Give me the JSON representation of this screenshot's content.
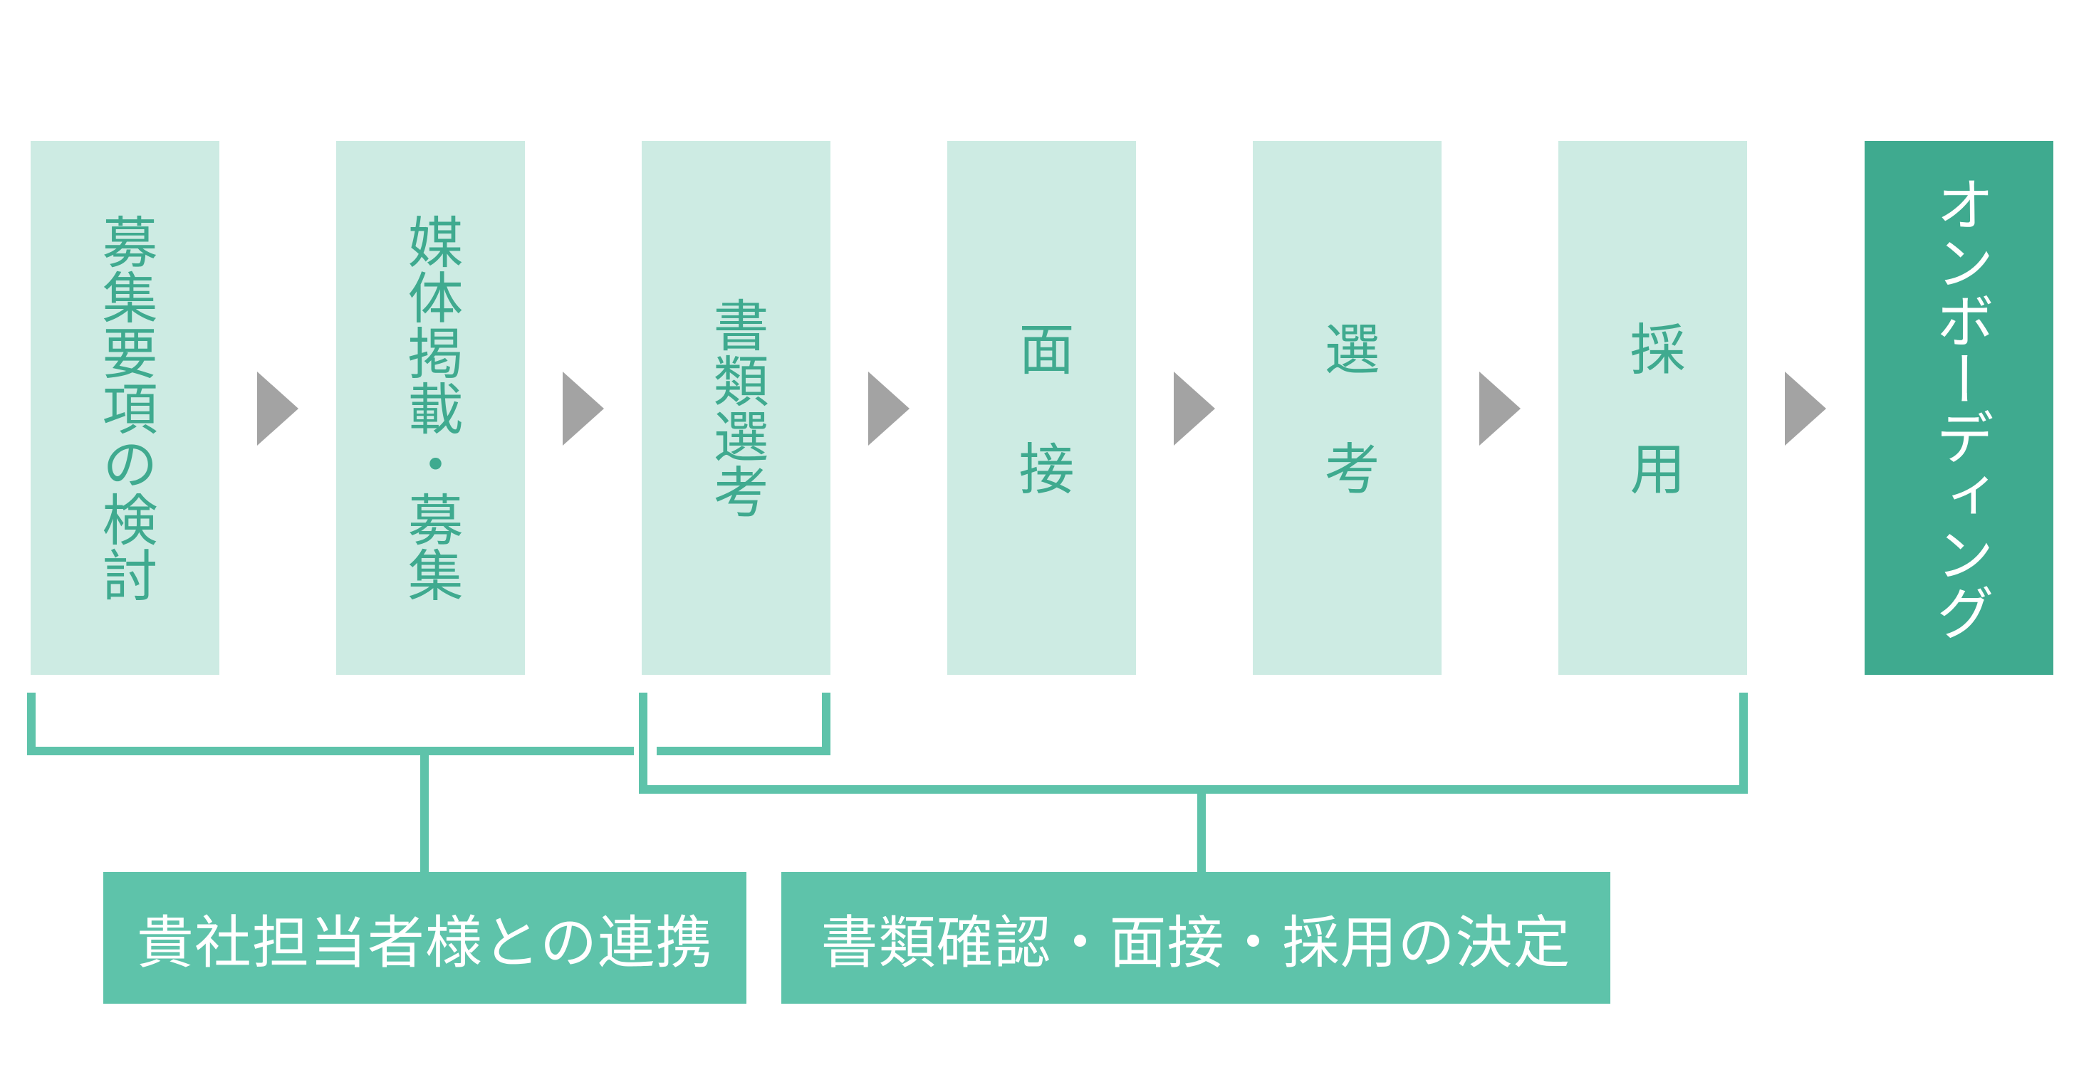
{
  "steps": [
    {
      "label": "募集要項の検討"
    },
    {
      "label": "媒体掲載・募集"
    },
    {
      "label": "書類選考"
    },
    {
      "label": "面接"
    },
    {
      "label": "選考"
    },
    {
      "label": "採用"
    },
    {
      "label": "オンボーディング"
    }
  ],
  "info_boxes": [
    {
      "label": "貴社担当者様との連携"
    },
    {
      "label": "書類確認・面接・採用の決定"
    }
  ],
  "colors": {
    "step_fill": "#cdebe3",
    "step_text": "#3faa8f",
    "final_fill": "#3faa8f",
    "arrow": "#a3a3a3",
    "connector": "#5ec3aa",
    "info_fill": "#5ec3aa",
    "info_text": "#ffffff"
  }
}
